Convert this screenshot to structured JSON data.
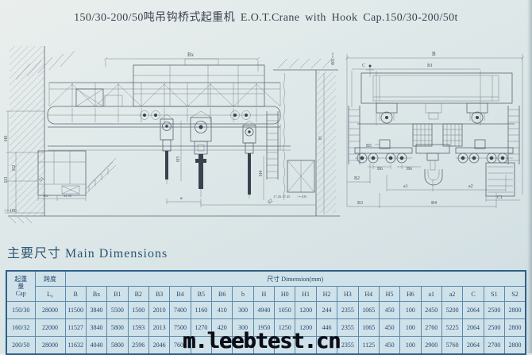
{
  "page": {
    "title": "150/30-200/50吨吊钩桥式起重机 E.O.T.Crane with Hook Cap.150/30-200/50t",
    "section_heading": "主要尺寸 Main Dimensions",
    "watermark": "m.leebtest.cn"
  },
  "colors": {
    "paper": "#dde7e8",
    "table_bg": "#cfe2ea",
    "table_grid": "#5d89ac",
    "table_border": "#2e5f88",
    "table_text": "#24466b",
    "drawing_ink": "#5a6571",
    "watermark_text": "#0d0d16"
  },
  "drawing_left": {
    "labels": {
      "bx": "Bx",
      "h0": "H0",
      "h2": "H2",
      "h3": "H3",
      "h": "H",
      "h4": "H4",
      "h5": "H5",
      "a": "a",
      "s1": "S1",
      "s2": "S2",
      "d962": "962",
      "d3438": "34.38",
      "gte100_left": ">=100",
      "gte100_top": ">=100",
      "gte100_mid": ">=100",
      "d1726": "17.26 17.45"
    }
  },
  "drawing_right": {
    "labels": {
      "b": "B",
      "c": "C",
      "b1": "B1",
      "b5": "B5",
      "b6_left": "B6",
      "b6_right": "B6",
      "b2": "B2",
      "b3": "B3",
      "b4": "B4",
      "a1": "a1",
      "a2": "a2",
      "c1": "C1"
    }
  },
  "table": {
    "header": {
      "cap_cn_line1": "起重",
      "cap_cn_line2": "量",
      "cap_en": "Cap",
      "span_cn": "跨度",
      "span_symbol": "L₀",
      "dimension_label": "尺寸 Dimension(mm)",
      "columns": [
        "B",
        "Bx",
        "B1",
        "B2",
        "B3",
        "B4",
        "B5",
        "B6",
        "b",
        "H",
        "H0",
        "H1",
        "H2",
        "H3",
        "H4",
        "H5",
        "H6",
        "a1",
        "a2",
        "C",
        "S1",
        "S2"
      ]
    },
    "rows": [
      [
        "150/30",
        "28000",
        "11500",
        "3840",
        "5500",
        "1500",
        "2010",
        "7400",
        "1160",
        "410",
        "300",
        "4940",
        "1050",
        "1200",
        "244",
        "2355",
        "1065",
        "450",
        "100",
        "2450",
        "5200",
        "2064",
        "2500",
        "2800"
      ],
      [
        "160/32",
        "22000",
        "11527",
        "3840",
        "5800",
        "1593",
        "2013",
        "7500",
        "1270",
        "420",
        "300",
        "1950",
        "1250",
        "1200",
        "446",
        "2355",
        "1065",
        "450",
        "100",
        "2760",
        "5225",
        "2064",
        "2500",
        "2800"
      ],
      [
        "200/50",
        "28000",
        "11632",
        "4040",
        "5800",
        "2596",
        "2046",
        "7600",
        "",
        "",
        "",
        "",
        "",
        "",
        "",
        "2355",
        "1125",
        "450",
        "100",
        "2900",
        "5760",
        "2064",
        "2700",
        "2800"
      ]
    ]
  }
}
